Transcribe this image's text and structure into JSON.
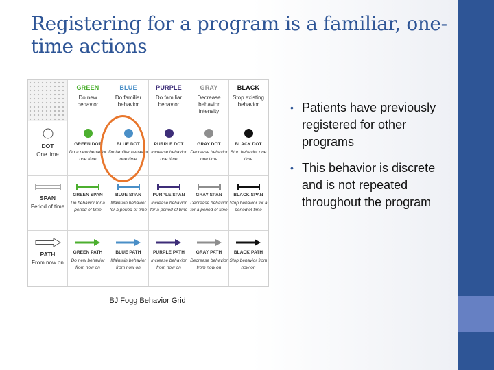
{
  "slide": {
    "title": "Registering for a program is a familiar, one-time actions",
    "colors": {
      "title": "#2e5596",
      "sidebar": "#2e5596",
      "sidebar_accent": "#6680c3",
      "highlight": "#e8762c"
    }
  },
  "grid": {
    "columns": [
      {
        "name": "GREEN",
        "desc": "Do new behavior",
        "color": "#4caf2f"
      },
      {
        "name": "BLUE",
        "desc": "Do familiar behavior",
        "color": "#4a8fc7"
      },
      {
        "name": "PURPLE",
        "desc": "Do familiar behavior",
        "color": "#3d2d78"
      },
      {
        "name": "GRAY",
        "desc": "Decrease behavior intensity",
        "color": "#8e8e8e"
      },
      {
        "name": "BLACK",
        "desc": "Stop existing behavior",
        "color": "#111111"
      }
    ],
    "rows": [
      {
        "name": "DOT",
        "desc": "One time",
        "shape_icon": "circle-outline-icon",
        "cells": [
          {
            "label": "GREEN DOT",
            "sub": "Do a new behavior one time"
          },
          {
            "label": "BLUE DOT",
            "sub": "Do familiar behavior one time"
          },
          {
            "label": "PURPLE DOT",
            "sub": "Increase behavior one time"
          },
          {
            "label": "GRAY DOT",
            "sub": "Decrease behavior one time"
          },
          {
            "label": "BLACK DOT",
            "sub": "Stop behavior one time"
          }
        ]
      },
      {
        "name": "SPAN",
        "desc": "Period of time",
        "shape_icon": "span-outline-icon",
        "cells": [
          {
            "label": "GREEN SPAN",
            "sub": "Do behavior for a period of time"
          },
          {
            "label": "BLUE SPAN",
            "sub": "Maintain behavior for a period of time"
          },
          {
            "label": "PURPLE SPAN",
            "sub": "Increase behavior for a period of time"
          },
          {
            "label": "GRAY SPAN",
            "sub": "Decrease behavior for a period of time"
          },
          {
            "label": "BLACK SPAN",
            "sub": "Stop behavior for a period of time"
          }
        ]
      },
      {
        "name": "PATH",
        "desc": "From now on",
        "shape_icon": "arrow-outline-icon",
        "cells": [
          {
            "label": "GREEN PATH",
            "sub": "Do new behavior from now on"
          },
          {
            "label": "BLUE PATH",
            "sub": "Maintain behavior from now on"
          },
          {
            "label": "PURPLE PATH",
            "sub": "Increase behavior from now on"
          },
          {
            "label": "GRAY PATH",
            "sub": "Decrease behavior from now on"
          },
          {
            "label": "BLACK PATH",
            "sub": "Stop behavior from now on"
          }
        ]
      }
    ],
    "highlighted_cell": "BLUE DOT",
    "caption": "BJ Fogg Behavior Grid"
  },
  "bullets": [
    "Patients have previously registered for other programs",
    "This behavior is discrete and is not repeated throughout the program"
  ],
  "bullet_symbol": "•"
}
